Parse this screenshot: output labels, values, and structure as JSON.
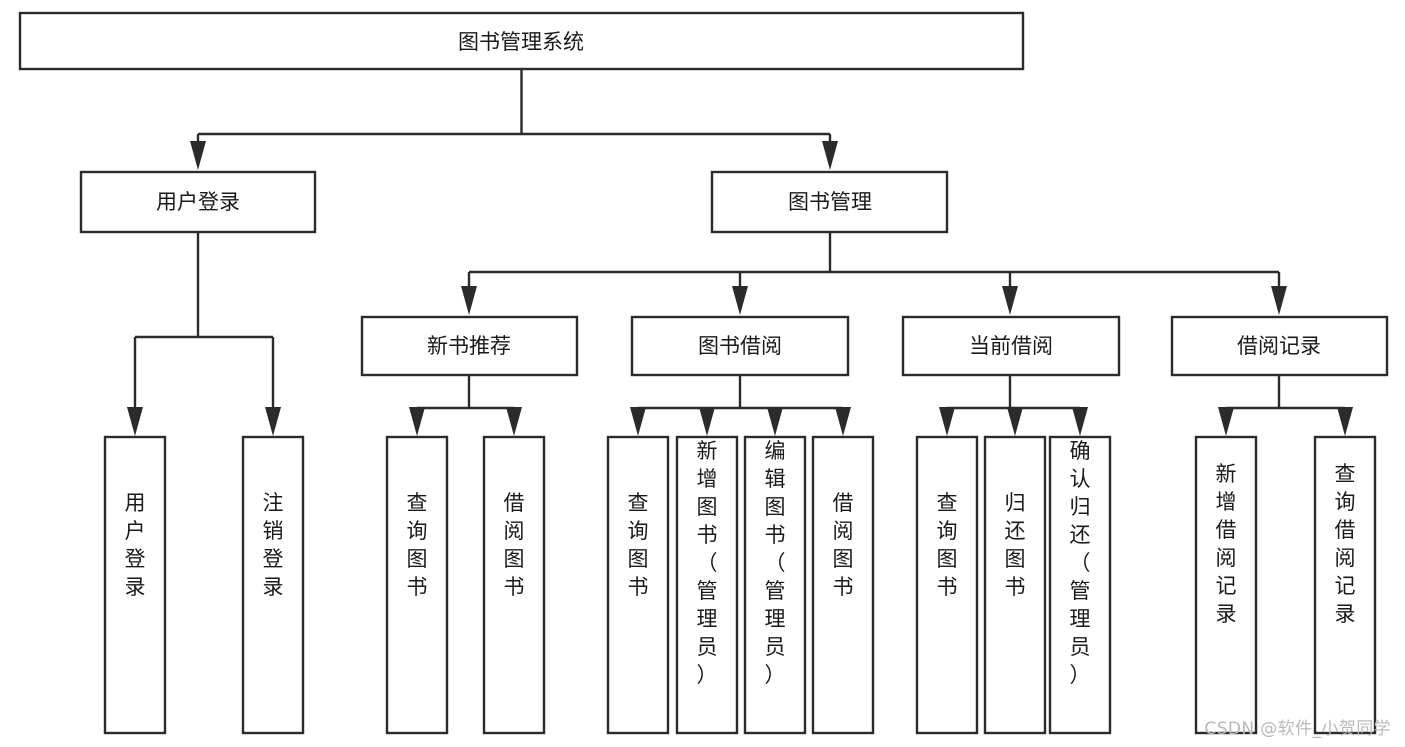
{
  "diagram": {
    "kind": "tree-hierarchy-chart",
    "orientation": "top-down",
    "background_color": "#ffffff",
    "box_fill": "#ffffff",
    "box_stroke": "#2b2b2b",
    "text_color": "#1a1a1a",
    "root": {
      "label": "图书管理系统"
    },
    "level2": [
      {
        "label": "用户登录"
      },
      {
        "label": "图书管理"
      }
    ],
    "level3": [
      {
        "label": "新书推荐"
      },
      {
        "label": "图书借阅"
      },
      {
        "label": "当前借阅"
      },
      {
        "label": "借阅记录"
      }
    ],
    "leaves": {
      "user_login": [
        {
          "label": "用户登录"
        },
        {
          "label": "注销登录"
        }
      ],
      "new_book_recommend": [
        {
          "label": "查询图书"
        },
        {
          "label": "借阅图书"
        }
      ],
      "book_borrow": [
        {
          "label": "查询图书"
        },
        {
          "label": "新增图书（管理员）"
        },
        {
          "label": "编辑图书（管理员）"
        },
        {
          "label": "借阅图书"
        }
      ],
      "current_borrow": [
        {
          "label": "查询图书"
        },
        {
          "label": "归还图书"
        },
        {
          "label": "确认归还（管理员）"
        }
      ],
      "borrow_record": [
        {
          "label": "新增借阅记录"
        },
        {
          "label": "查询借阅记录"
        }
      ]
    }
  },
  "watermark": {
    "text": "CSDN @软件_小贺同学",
    "color": "#b9b9b9"
  }
}
